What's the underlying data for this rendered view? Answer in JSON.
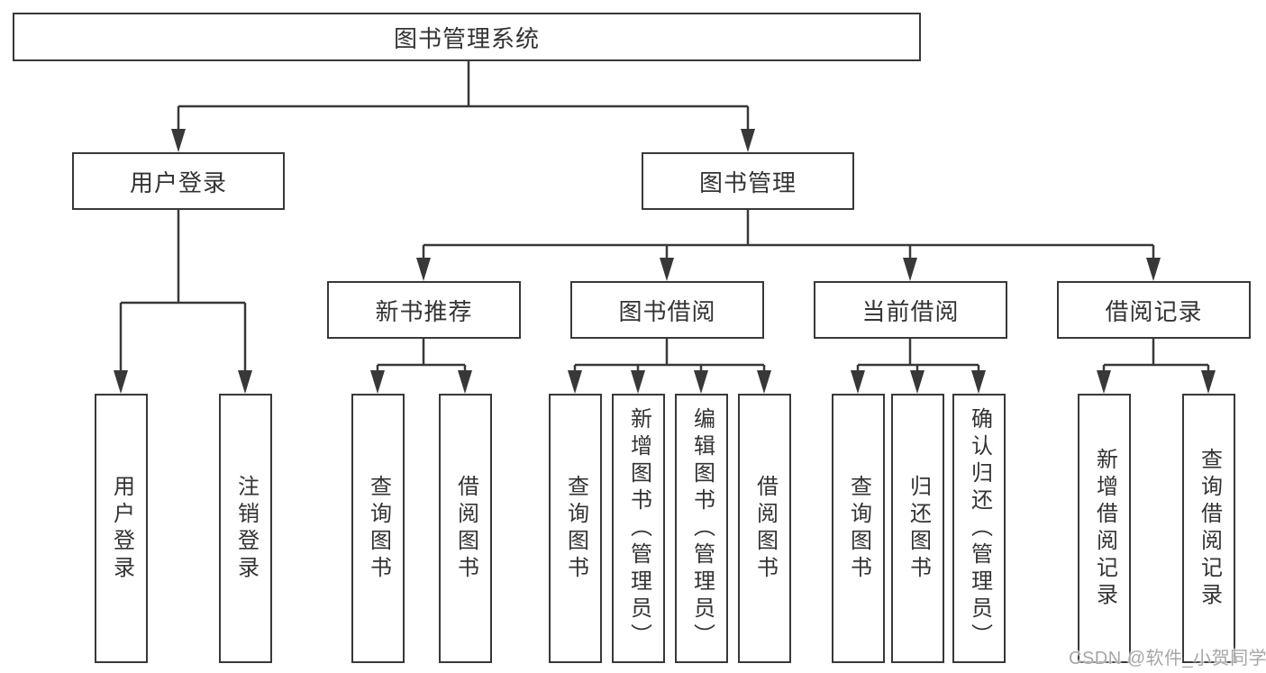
{
  "nodes": {
    "root": "图书管理系统",
    "user_login": "用户登录",
    "book_mgmt": "图书管理",
    "new_book_rec": "新书推荐",
    "book_borrow": "图书借阅",
    "current_borrow": "当前借阅",
    "borrow_records": "借阅记录",
    "leaf_user_login": "用户登录",
    "leaf_logout": "注销登录",
    "leaf_rec_query_book": "查询图书",
    "leaf_rec_borrow_book": "借阅图书",
    "leaf_bor_query_book": "查询图书",
    "leaf_bor_add_book": "新增图书（管理员）",
    "leaf_bor_edit_book": "编辑图书（管理员）",
    "leaf_bor_borrow_book": "借阅图书",
    "leaf_cur_query_book": "查询图书",
    "leaf_cur_return_book": "归还图书",
    "leaf_cur_confirm_return": "确认归还（管理员）",
    "leaf_rcd_add_record": "新增借阅记录",
    "leaf_rcd_query_record": "查询借阅记录"
  },
  "structure": {
    "root": [
      "user_login",
      "book_mgmt"
    ],
    "user_login": [
      "leaf_user_login",
      "leaf_logout"
    ],
    "book_mgmt": [
      "new_book_rec",
      "book_borrow",
      "current_borrow",
      "borrow_records"
    ],
    "new_book_rec": [
      "leaf_rec_query_book",
      "leaf_rec_borrow_book"
    ],
    "book_borrow": [
      "leaf_bor_query_book",
      "leaf_bor_add_book",
      "leaf_bor_edit_book",
      "leaf_bor_borrow_book"
    ],
    "current_borrow": [
      "leaf_cur_query_book",
      "leaf_cur_return_book",
      "leaf_cur_confirm_return"
    ],
    "borrow_records": [
      "leaf_rcd_add_record",
      "leaf_rcd_query_record"
    ]
  },
  "watermark": "CSDN @软件_小贺同学",
  "colors": {
    "line": "#383838",
    "text": "#333333",
    "box_background": "#ffffff",
    "watermark": "#a6a6a6"
  }
}
